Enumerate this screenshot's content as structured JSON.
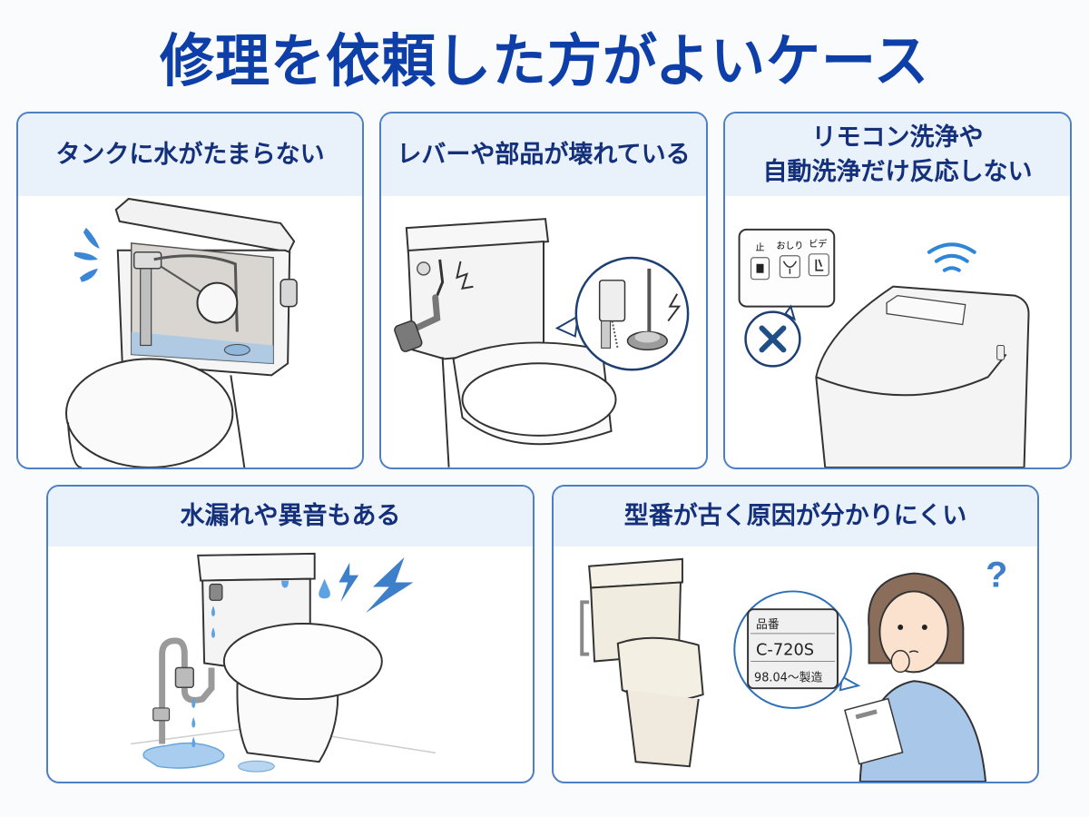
{
  "title": "修理を依頼した方がよいケース",
  "colors": {
    "title": "#0e3fa8",
    "card_border": "#4d7fc4",
    "header_bg": "#e9f1fb",
    "header_text": "#14307a",
    "water": "#4a90d9",
    "accent_dark": "#1e3f73"
  },
  "cards": [
    {
      "heading": "タンクに水がたまらない",
      "illustration": "open-toilet-tank-low-water",
      "icons": [
        "water-splash-icon"
      ]
    },
    {
      "heading": "レバーや部品が壊れている",
      "illustration": "toilet-with-broken-lever",
      "icons": [
        "crack-icon",
        "broken-flapper-callout",
        "lightning-icon"
      ]
    },
    {
      "heading_line1": "リモコン洗浄や",
      "heading_line2": "自動洗浄だけ反応しない",
      "illustration": "tankless-toilet-with-remote",
      "remote": {
        "buttons": [
          {
            "label": "止",
            "icon": "stop-icon"
          },
          {
            "label": "おしり",
            "icon": "rear-wash-icon"
          },
          {
            "label": "ビデ",
            "icon": "bidet-icon"
          }
        ]
      },
      "icons": [
        "wifi-signal-icon",
        "x-mark-icon"
      ]
    },
    {
      "heading": "水漏れや異音もある",
      "illustration": "leaking-toilet-with-puddle",
      "icons": [
        "water-drop-icon",
        "lightning-icon"
      ]
    },
    {
      "heading": "型番が古く原因が分かりにくい",
      "illustration": "woman-reading-model-label",
      "label": {
        "row1": "品番",
        "row2": "C-720S",
        "row3": "98.04～製造"
      },
      "icons": [
        "question-mark-icon"
      ]
    }
  ]
}
